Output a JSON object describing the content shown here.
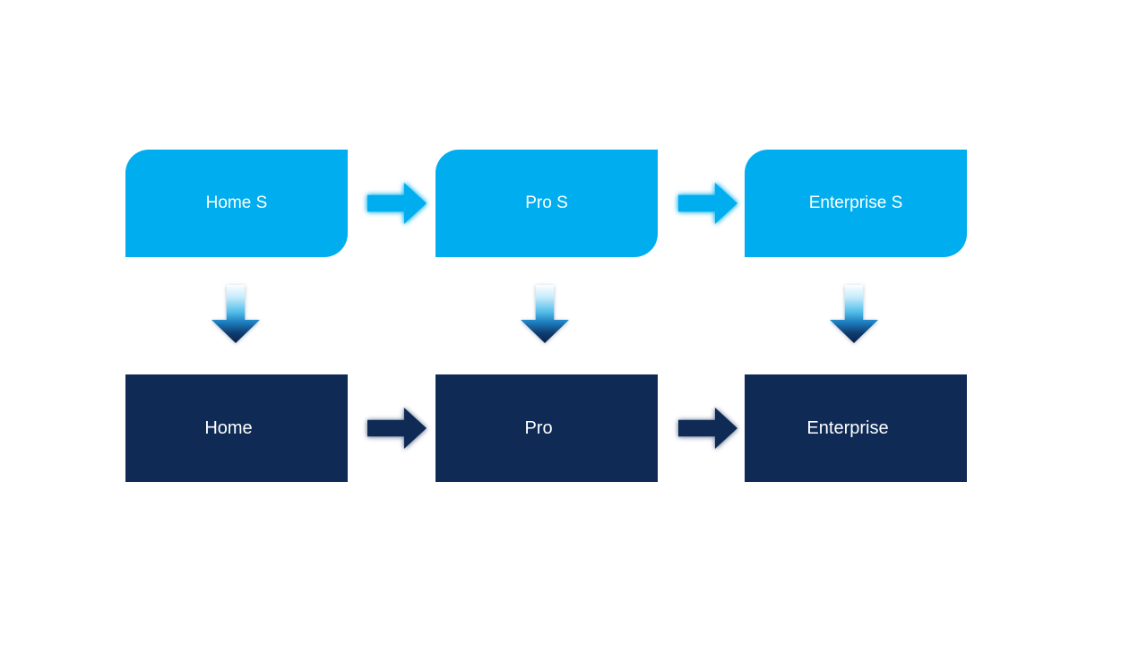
{
  "canvas": {
    "background": "#ffffff"
  },
  "colors": {
    "top_box": "#00aeef",
    "bottom_box": "#0f2b55",
    "top_arrow": "#00aeef",
    "bottom_arrow": "#0f2b55",
    "label_text": "#ffffff",
    "down_arrow_gradient_top": "#fdfeff",
    "down_arrow_gradient_mid": "#55bfea",
    "down_arrow_gradient_bottom": "#0c2146"
  },
  "flow": {
    "top_row": [
      {
        "label": "Home S"
      },
      {
        "label": "Pro S"
      },
      {
        "label": "Enterprise S"
      }
    ],
    "bottom_row": [
      {
        "label": "Home"
      },
      {
        "label": "Pro"
      },
      {
        "label": "Enterprise"
      }
    ],
    "edges": [
      {
        "from": "Home S",
        "to": "Pro S",
        "type": "right-arrow",
        "style": "light"
      },
      {
        "from": "Pro S",
        "to": "Enterprise S",
        "type": "right-arrow",
        "style": "light"
      },
      {
        "from": "Home",
        "to": "Pro",
        "type": "right-arrow",
        "style": "dark"
      },
      {
        "from": "Pro",
        "to": "Enterprise",
        "type": "right-arrow",
        "style": "dark"
      },
      {
        "from": "Home S",
        "to": "Home",
        "type": "down-arrow",
        "style": "gradient"
      },
      {
        "from": "Pro S",
        "to": "Pro",
        "type": "down-arrow",
        "style": "gradient"
      },
      {
        "from": "Enterprise S",
        "to": "Enterprise",
        "type": "down-arrow",
        "style": "gradient"
      }
    ]
  }
}
